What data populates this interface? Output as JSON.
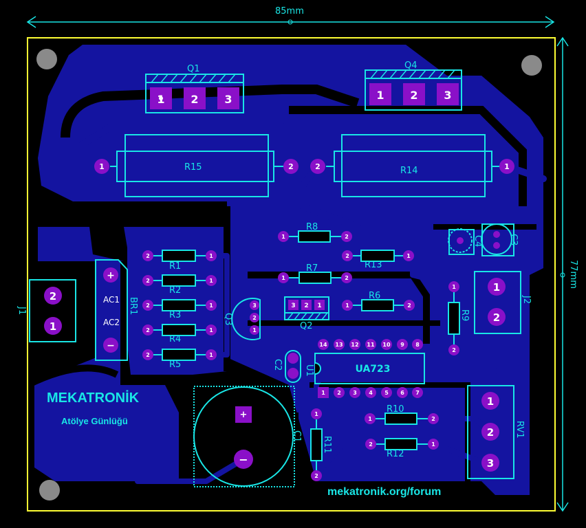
{
  "board": {
    "width_label": "85mm",
    "height_label": "77mm",
    "brand_title": "MEKATRONİK",
    "brand_subtitle": "Atölye Günlüğü",
    "website": "mekatronik.org/forum",
    "colors": {
      "background": "#000000",
      "copper": "#1414a0",
      "silkscreen": "#19e6e6",
      "pads": "#8a10c8",
      "outline": "#ffff33",
      "brand_text": "#19e6e6"
    }
  },
  "components": {
    "q1": {
      "ref": "Q1",
      "pins": [
        "1",
        "2",
        "3"
      ]
    },
    "q4": {
      "ref": "Q4",
      "pins": [
        "1",
        "2",
        "3"
      ]
    },
    "r15": {
      "ref": "R15",
      "pins": [
        "1",
        "2"
      ]
    },
    "r14": {
      "ref": "R14",
      "pins": [
        "2",
        "1"
      ]
    },
    "r8": {
      "ref": "R8",
      "pins": [
        "1",
        "2"
      ]
    },
    "r13": {
      "ref": "R13",
      "pins": [
        "2",
        "1"
      ]
    },
    "r7": {
      "ref": "R7",
      "pins": [
        "1",
        "2"
      ]
    },
    "r6": {
      "ref": "R6",
      "pins": [
        "1",
        "2"
      ]
    },
    "r1": {
      "ref": "R1",
      "pins": [
        "2",
        "1"
      ]
    },
    "r2": {
      "ref": "R2",
      "pins": [
        "2",
        "1"
      ]
    },
    "r3": {
      "ref": "R3",
      "pins": [
        "2",
        "1"
      ]
    },
    "r4": {
      "ref": "R4",
      "pins": [
        "2",
        "1"
      ]
    },
    "r5": {
      "ref": "R5",
      "pins": [
        "2",
        "1"
      ]
    },
    "r9": {
      "ref": "R9",
      "pins": [
        "1",
        "2"
      ]
    },
    "r10": {
      "ref": "R10",
      "pins": [
        "1",
        "2"
      ]
    },
    "r11": {
      "ref": "R11",
      "pins": [
        "1",
        "2"
      ]
    },
    "r12": {
      "ref": "R12",
      "pins": [
        "2",
        "1"
      ]
    },
    "c1": {
      "ref": "C1",
      "pins": [
        "+",
        "−"
      ]
    },
    "c2": {
      "ref": "C2"
    },
    "c3": {
      "ref": "C3"
    },
    "c4": {
      "ref": "C4"
    },
    "q2": {
      "ref": "Q2",
      "pins": [
        "3",
        "2",
        "1"
      ]
    },
    "q3": {
      "ref": "Q3",
      "pins": [
        "3",
        "2",
        "1"
      ]
    },
    "u1": {
      "ref": "U1",
      "part": "UA723",
      "pins_top": [
        "14",
        "13",
        "12",
        "11",
        "10",
        "9",
        "8"
      ],
      "pins_bottom": [
        "1",
        "2",
        "3",
        "4",
        "5",
        "6",
        "7"
      ]
    },
    "br1": {
      "ref": "BR1",
      "pins": [
        "+",
        "AC1",
        "AC2",
        "−"
      ]
    },
    "j1": {
      "ref": "J1",
      "pins": [
        "2",
        "1"
      ]
    },
    "j2": {
      "ref": "J2",
      "pins": [
        "1",
        "2"
      ]
    },
    "rv1": {
      "ref": "RV1",
      "pins": [
        "1",
        "2",
        "3"
      ]
    }
  }
}
